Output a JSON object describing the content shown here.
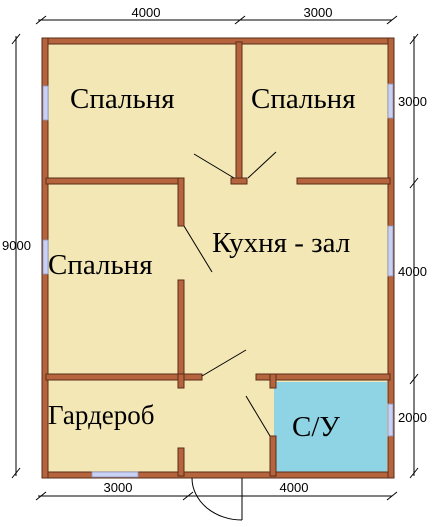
{
  "dimensions": {
    "top_left": "4000",
    "top_right": "3000",
    "bottom_left": "3000",
    "bottom_right": "4000",
    "left_total": "9000",
    "right_top": "3000",
    "right_middle": "4000",
    "right_bottom": "2000"
  },
  "rooms": {
    "bedroom_top_left": "Спальня",
    "bedroom_top_right": "Спальня",
    "bedroom_middle_left": "Спальня",
    "kitchen_hall": "Кухня - зал",
    "wardrobe": "Гардероб",
    "bathroom": "С/У"
  },
  "colors": {
    "floor": "#f3e7b6",
    "wall": "#b5643d",
    "wall_outline": "#5a2e18",
    "bathroom": "#8fd4e4",
    "window": "#c9d2f2"
  }
}
